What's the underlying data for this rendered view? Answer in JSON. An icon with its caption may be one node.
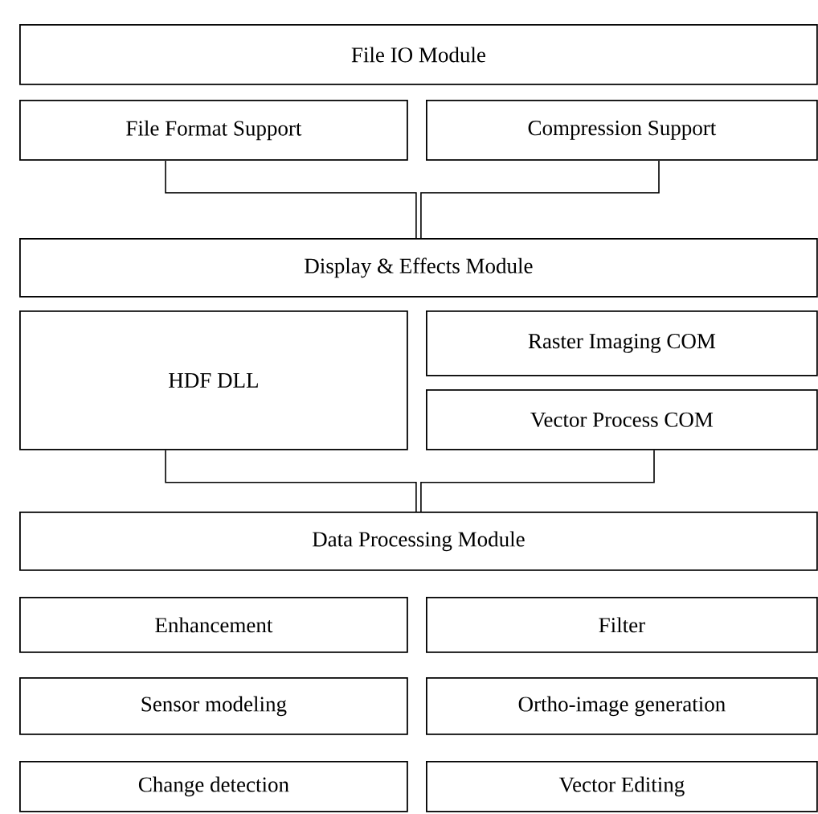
{
  "diagram": {
    "nodes": [
      {
        "text": [
          "File IO Module"
        ]
      },
      {
        "text": [
          "File Format Support"
        ]
      },
      {
        "text": [
          "Compression Support"
        ]
      },
      {
        "text": [
          "Display & Effects Module"
        ]
      },
      {
        "text": [
          "HDF DLL"
        ]
      },
      {
        "text": [
          "Raster Imaging COM"
        ]
      },
      {
        "text": [
          "Vector Process COM"
        ]
      },
      {
        "text": [
          "Data Processing Module"
        ]
      },
      {
        "text": [
          "Enhancement"
        ]
      },
      {
        "text": [
          "Filter"
        ]
      },
      {
        "text": [
          "Sensor modeling"
        ]
      },
      {
        "text": [
          "Ortho-image generation"
        ]
      },
      {
        "text": [
          "Change detection"
        ]
      },
      {
        "text": [
          "Vector Editing"
        ]
      }
    ],
    "edges": [
      {
        "from": 1,
        "to": 3,
        "arrow": "none"
      },
      {
        "from": 2,
        "to": 3,
        "arrow": "none"
      },
      {
        "from": 4,
        "to": 7,
        "arrow": "none"
      },
      {
        "from": 6,
        "to": 7,
        "arrow": "none"
      }
    ]
  }
}
